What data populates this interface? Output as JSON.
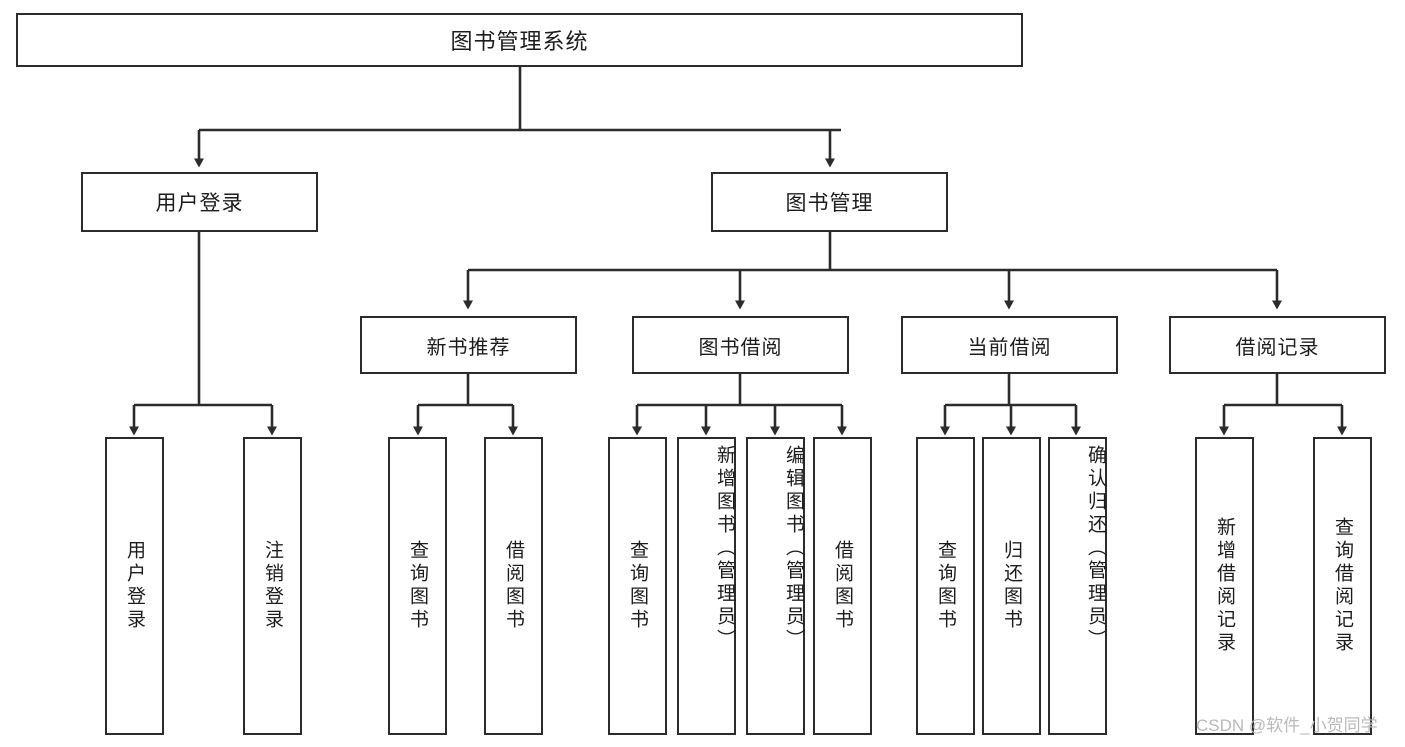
{
  "diagram": {
    "title": "图书管理系统",
    "type": "tree-hierarchy",
    "orientation": "top-down",
    "watermark": "CSDN @软件_小贺同学",
    "colors": {
      "border": "#2b2b2b",
      "background": "#ffffff",
      "text": "#1c1c1c",
      "watermark": "#b9b9b9"
    },
    "nodes": {
      "root": {
        "label": "图书管理系统"
      },
      "level2": [
        {
          "id": "user-login",
          "label": "用户登录"
        },
        {
          "id": "book-management",
          "label": "图书管理"
        }
      ],
      "level3": [
        {
          "id": "new-book-recommend",
          "label": "新书推荐"
        },
        {
          "id": "book-borrow",
          "label": "图书借阅"
        },
        {
          "id": "current-borrow",
          "label": "当前借阅"
        },
        {
          "id": "borrow-record",
          "label": "借阅记录"
        }
      ],
      "leaves": [
        {
          "id": "leaf-user-login",
          "label": "用户登录",
          "parent": "user-login"
        },
        {
          "id": "leaf-logout-login",
          "label": "注销登录",
          "parent": "user-login"
        },
        {
          "id": "leaf-query-book-1",
          "label": "查询图书",
          "parent": "new-book-recommend"
        },
        {
          "id": "leaf-borrow-book-1",
          "label": "借阅图书",
          "parent": "new-book-recommend"
        },
        {
          "id": "leaf-query-book-2",
          "label": "查询图书",
          "parent": "book-borrow"
        },
        {
          "id": "leaf-add-book",
          "label": "新增图书（管理员）",
          "parent": "book-borrow"
        },
        {
          "id": "leaf-edit-book",
          "label": "编辑图书（管理员）",
          "parent": "book-borrow"
        },
        {
          "id": "leaf-borrow-book-2",
          "label": "借阅图书",
          "parent": "book-borrow"
        },
        {
          "id": "leaf-query-book-3",
          "label": "查询图书",
          "parent": "current-borrow"
        },
        {
          "id": "leaf-return-book",
          "label": "归还图书",
          "parent": "current-borrow"
        },
        {
          "id": "leaf-confirm-return",
          "label": "确认归还（管理员）",
          "parent": "current-borrow"
        },
        {
          "id": "leaf-add-record",
          "label": "新增借阅记录",
          "parent": "borrow-record"
        },
        {
          "id": "leaf-query-record",
          "label": "查询借阅记录",
          "parent": "borrow-record"
        }
      ]
    }
  }
}
